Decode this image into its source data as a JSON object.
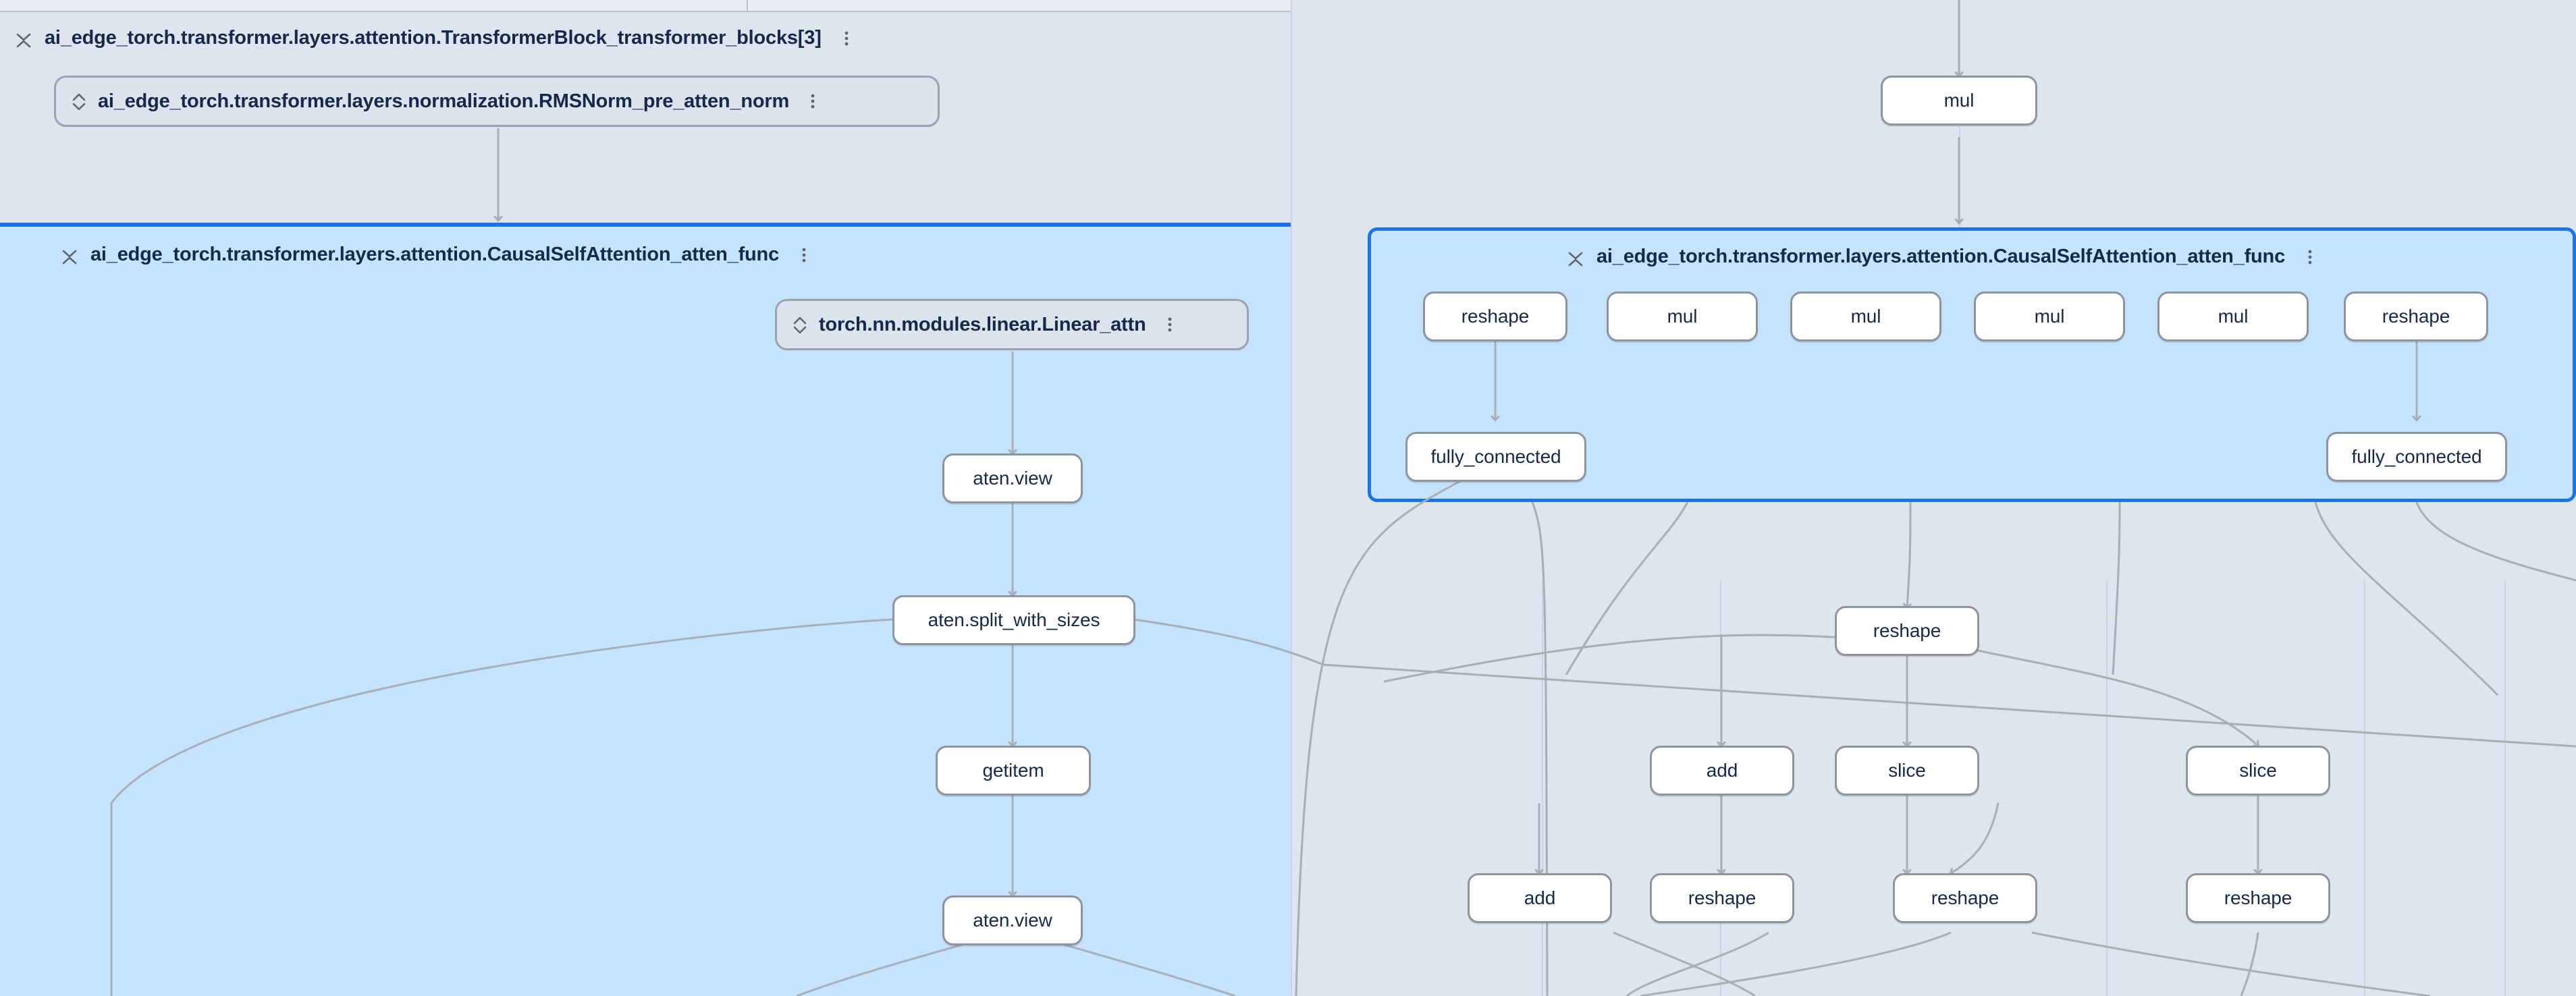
{
  "app": {
    "name": "model-graph-visualizer",
    "background_color": "#dfe5ef",
    "selected_group_fill": "#c5e3fd",
    "selected_group_border": "#1a73e8",
    "node_fill": "#ffffff",
    "node_border": "#8d949e",
    "edge_color": "#a8aeb7",
    "text_color": "#17284d"
  },
  "groups": {
    "transformer_block": {
      "title": "ai_edge_torch.transformer.layers.attention.TransformerBlock_transformer_blocks[3]",
      "collapse_icon": "collapse-chevrons-icon",
      "menu_icon": "more-vertical-icon"
    },
    "attention_left": {
      "title": "ai_edge_torch.transformer.layers.attention.CausalSelfAttention_atten_func",
      "collapse_icon": "collapse-chevrons-icon",
      "menu_icon": "more-vertical-icon"
    },
    "attention_right": {
      "title": "ai_edge_torch.transformer.layers.attention.CausalSelfAttention_atten_func",
      "collapse_icon": "collapse-chevrons-icon",
      "menu_icon": "more-vertical-icon"
    }
  },
  "module_nodes": [
    {
      "id": "rmsnorm",
      "label": "ai_edge_torch.transformer.layers.normalization.RMSNorm_pre_atten_norm",
      "expand_icon": "expand-chevrons-icon",
      "menu_icon": "more-vertical-icon"
    },
    {
      "id": "linear_attn",
      "label": "torch.nn.modules.linear.Linear_attn",
      "expand_icon": "expand-chevrons-icon",
      "menu_icon": "more-vertical-icon"
    }
  ],
  "op_nodes": [
    {
      "id": "mul_top",
      "label": "mul"
    },
    {
      "id": "view_1",
      "label": "aten.view"
    },
    {
      "id": "split",
      "label": "aten.split_with_sizes"
    },
    {
      "id": "getitem",
      "label": "getitem"
    },
    {
      "id": "view_2",
      "label": "aten.view"
    },
    {
      "id": "r_reshape_1",
      "label": "reshape"
    },
    {
      "id": "r_mul_1",
      "label": "mul"
    },
    {
      "id": "r_mul_2",
      "label": "mul"
    },
    {
      "id": "r_mul_3",
      "label": "mul"
    },
    {
      "id": "r_mul_4",
      "label": "mul"
    },
    {
      "id": "r_reshape_2",
      "label": "reshape"
    },
    {
      "id": "fc_left",
      "label": "fully_connected"
    },
    {
      "id": "fc_right",
      "label": "fully_connected"
    },
    {
      "id": "reshape_mid",
      "label": "reshape"
    },
    {
      "id": "add_1",
      "label": "add"
    },
    {
      "id": "slice_1",
      "label": "slice"
    },
    {
      "id": "slice_2",
      "label": "slice"
    },
    {
      "id": "add_2",
      "label": "add"
    },
    {
      "id": "reshape_b1",
      "label": "reshape"
    },
    {
      "id": "reshape_b2",
      "label": "reshape"
    },
    {
      "id": "reshape_b3",
      "label": "reshape"
    }
  ]
}
